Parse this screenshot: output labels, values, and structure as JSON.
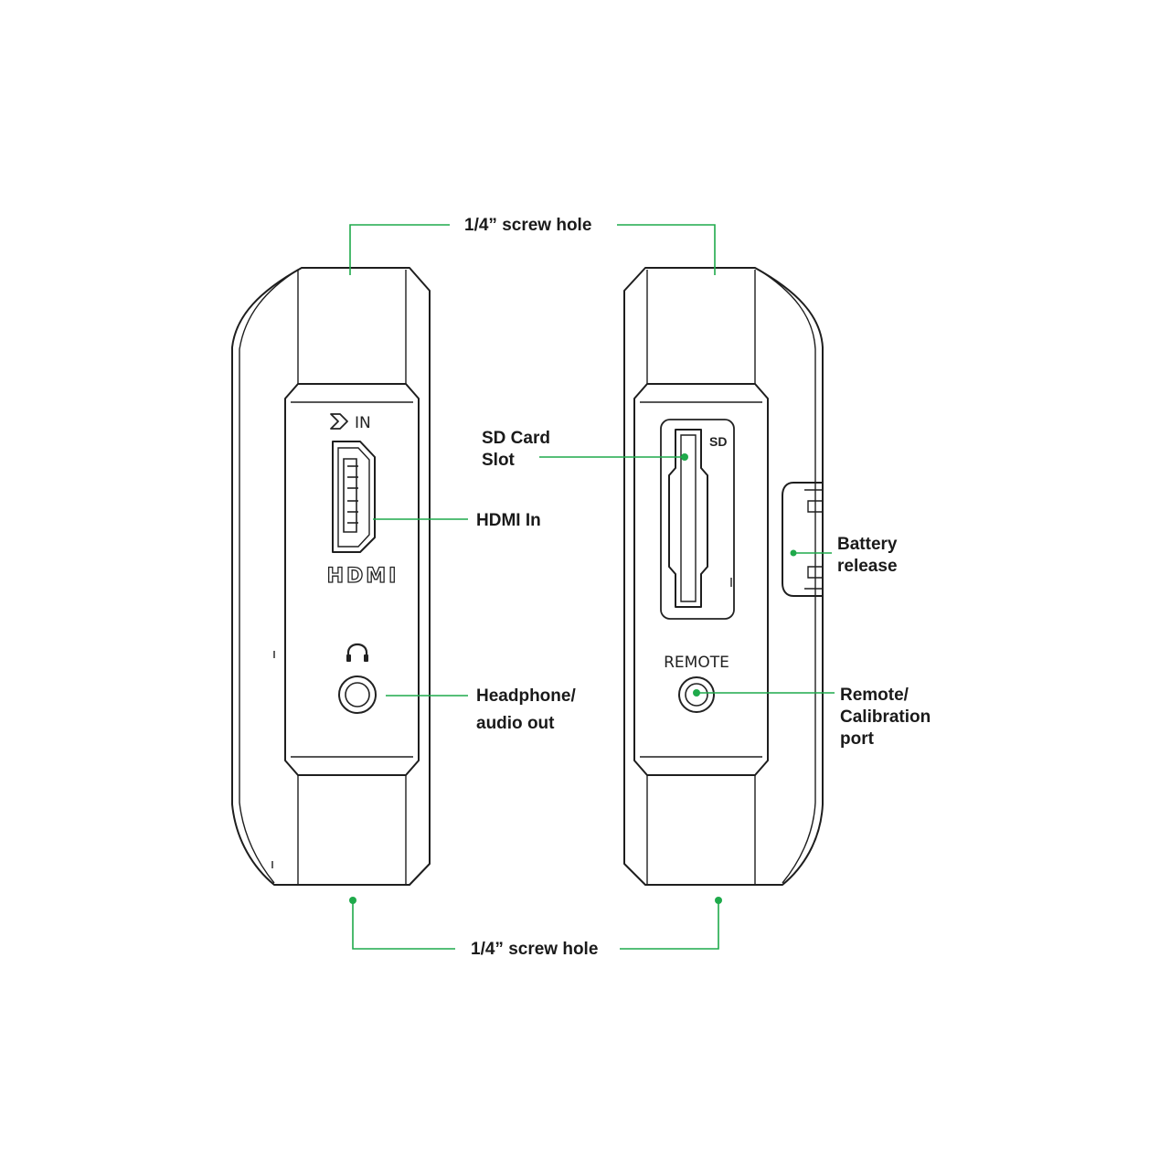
{
  "labels": {
    "top_screw_hole": "1/4” screw hole",
    "bottom_screw_hole": "1/4” screw hole",
    "sd_card_slot_line1": "SD Card",
    "sd_card_slot_line2": "Slot",
    "hdmi_in": "HDMI In",
    "headphone_line1": "Headphone/",
    "headphone_line2": "audio out",
    "battery_line1": "Battery",
    "battery_line2": "release",
    "remote_line1": "Remote/",
    "remote_line2": "Calibration",
    "remote_line3": "port"
  },
  "device_markings": {
    "input_label": "IN",
    "hdmi_logo": "HDMI",
    "sd_label": "SD",
    "remote_label": "REMOTE"
  },
  "icons": {
    "input_arrow": "chevron-right-icon",
    "headphones": "headphones-icon"
  },
  "colors": {
    "leader": "#1faa4b",
    "outline": "#1e1e1e",
    "text": "#1a1a1a"
  }
}
